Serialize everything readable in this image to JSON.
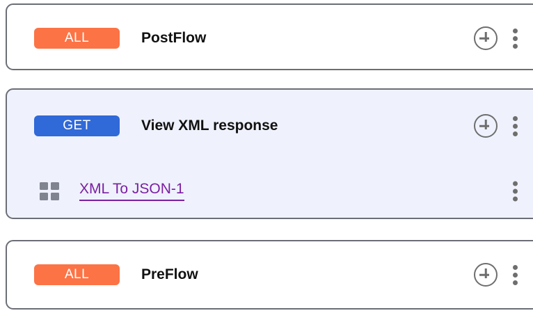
{
  "panel": {
    "name": "proxy-endpoint-flow-list"
  },
  "cards": [
    {
      "id": "postflow",
      "selected": false,
      "badge": {
        "label": "ALL",
        "color": "#fc7346"
      },
      "title": "PostFlow",
      "actions": {
        "add": "add-step-icon",
        "menu": "more-options-icon"
      },
      "steps": []
    },
    {
      "id": "view-xml-response",
      "selected": true,
      "badge": {
        "label": "GET",
        "color": "#3069d8"
      },
      "title": "View XML response",
      "actions": {
        "add": "add-step-icon",
        "menu": "more-options-icon"
      },
      "steps": [
        {
          "icon": "policy-grid-icon",
          "label": "XML To JSON-1",
          "color": "#7b1fa2",
          "menu": "more-options-icon"
        }
      ]
    },
    {
      "id": "preflow",
      "selected": false,
      "badge": {
        "label": "ALL",
        "color": "#fc7346"
      },
      "title": "PreFlow",
      "actions": {
        "add": "add-step-icon",
        "menu": "more-options-icon"
      },
      "steps": []
    }
  ],
  "colors": {
    "badge_all": "#fc7346",
    "badge_get": "#3069d8",
    "selected_background": "#eff2fc",
    "card_border": "#6b6e76",
    "policy_link": "#7b1fa2",
    "icon_gray": "#6e6e6e",
    "grid_icon_gray": "#808390"
  }
}
